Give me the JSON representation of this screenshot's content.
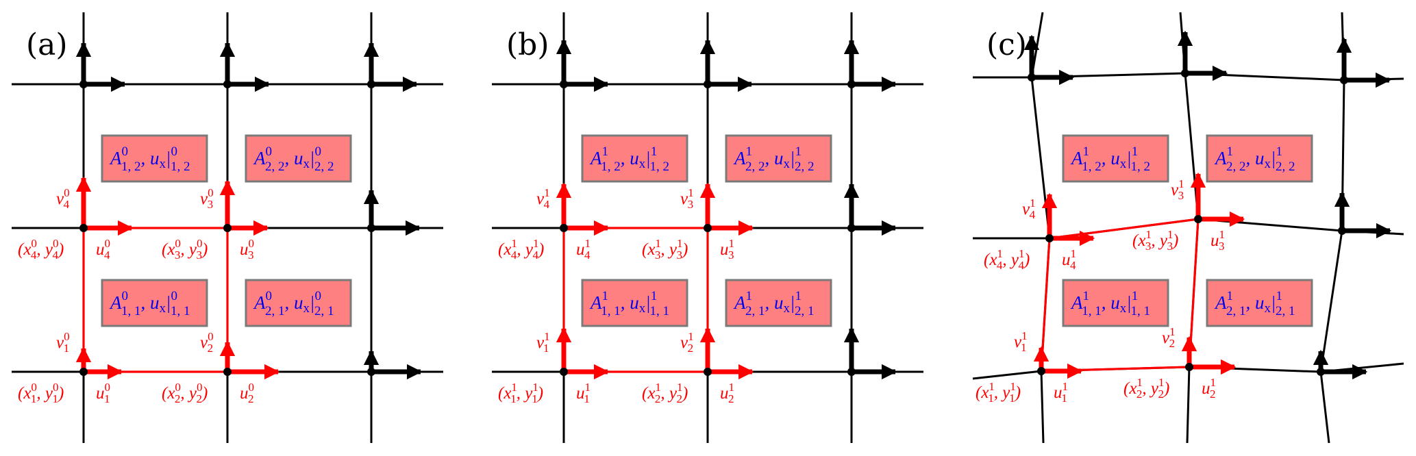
{
  "figure": {
    "panels": [
      {
        "id": "a",
        "label": "(a)",
        "step": "0",
        "deformed": false,
        "cells": [
          {
            "text": "A",
            "sup": "0",
            "sub": "1, 2",
            "text2": "u",
            "sub2": "x",
            "sup3": "0",
            "sub3": "1, 2"
          },
          {
            "text": "A",
            "sup": "0",
            "sub": "2, 2",
            "text2": "u",
            "sub2": "x",
            "sup3": "0",
            "sub3": "2, 2"
          },
          {
            "text": "A",
            "sup": "0",
            "sub": "1, 1",
            "text2": "u",
            "sub2": "x",
            "sup3": "0",
            "sub3": "1, 1"
          },
          {
            "text": "A",
            "sup": "0",
            "sub": "2, 1",
            "text2": "u",
            "sub2": "x",
            "sup3": "0",
            "sub3": "2, 1"
          }
        ],
        "node_labels": {
          "n1": {
            "pos": "(x",
            "i": "1",
            "t": "0"
          },
          "n2": {
            "pos": "(x",
            "i": "2",
            "t": "0"
          },
          "n3": {
            "pos": "(x",
            "i": "3",
            "t": "0"
          },
          "n4": {
            "pos": "(x",
            "i": "4",
            "t": "0"
          }
        }
      },
      {
        "id": "b",
        "label": "(b)",
        "step": "1",
        "deformed": false
      },
      {
        "id": "c",
        "label": "(c)",
        "step": "1",
        "deformed": true
      }
    ],
    "labels": {
      "u": "u",
      "v": "v",
      "x": "x",
      "y": "y",
      "A": "A",
      "ux": "u",
      "ux_sub": "x",
      "bar": "|",
      "comma": ", ",
      "open": "(",
      "close": ")"
    },
    "cell_indices": [
      "1, 2",
      "2, 2",
      "1, 1",
      "2, 1"
    ],
    "node_indices": [
      "1",
      "2",
      "3",
      "4"
    ],
    "colors": {
      "grid": "#000000",
      "highlight": "#ff0000",
      "cell_fill": "#ff8080",
      "cell_border": "#7a7a7a",
      "cell_text": "#0000ee"
    }
  }
}
